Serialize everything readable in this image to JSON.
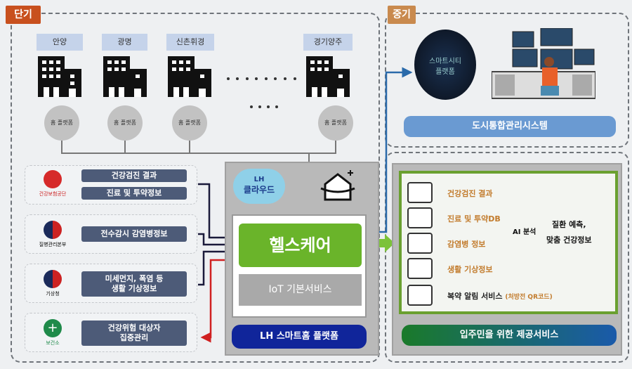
{
  "short_term": {
    "badge": "단기",
    "complexes": [
      {
        "name": "안양",
        "platform": "홈 플랫폼"
      },
      {
        "name": "광명",
        "platform": "홈 플랫폼"
      },
      {
        "name": "신촌휘경",
        "platform": "홈 플랫폼"
      },
      {
        "name": "경기양주",
        "platform": "홈 플랫폼"
      }
    ],
    "sources": [
      {
        "org": "건강보험공단",
        "items": [
          "건강검진 결과",
          "진료 및 투약정보"
        ],
        "color": "#d62a2a"
      },
      {
        "org": "질병관리본부",
        "items": [
          "전수감시 감염병정보"
        ],
        "color": "#1a2a5a"
      },
      {
        "org": "기상청",
        "items": [
          "미세먼지, 폭염 등",
          "생활 기상정보"
        ],
        "color": "#1a2a5a"
      },
      {
        "org": "보건소",
        "items": [
          "건강위험 대상자",
          "집중관리"
        ],
        "color": "#1f8a4a"
      }
    ],
    "platform": {
      "cloud": "LH",
      "cloud2": "클라우드",
      "healthcare": "헬스케어",
      "iot": "IoT 기본서비스",
      "title": "LH 스마트홈 플랫폼"
    }
  },
  "mid_term": {
    "badge": "중기",
    "circle_text": "스마트시티",
    "circle_text2": "플랫폼",
    "system": "도시통합관리시스템"
  },
  "services": {
    "inputs": [
      "건강검진 결과",
      "진료 및 투약DB",
      "감염병 정보",
      "생활 기상정보"
    ],
    "ai": "AI 분석",
    "outputs": [
      "질환 예측,",
      "맞춤 건강정보"
    ],
    "medication": "복약 알림 서비스",
    "medication_note": "(처방전 QR코드)",
    "title": "입주민을 위한 제공서비스"
  }
}
